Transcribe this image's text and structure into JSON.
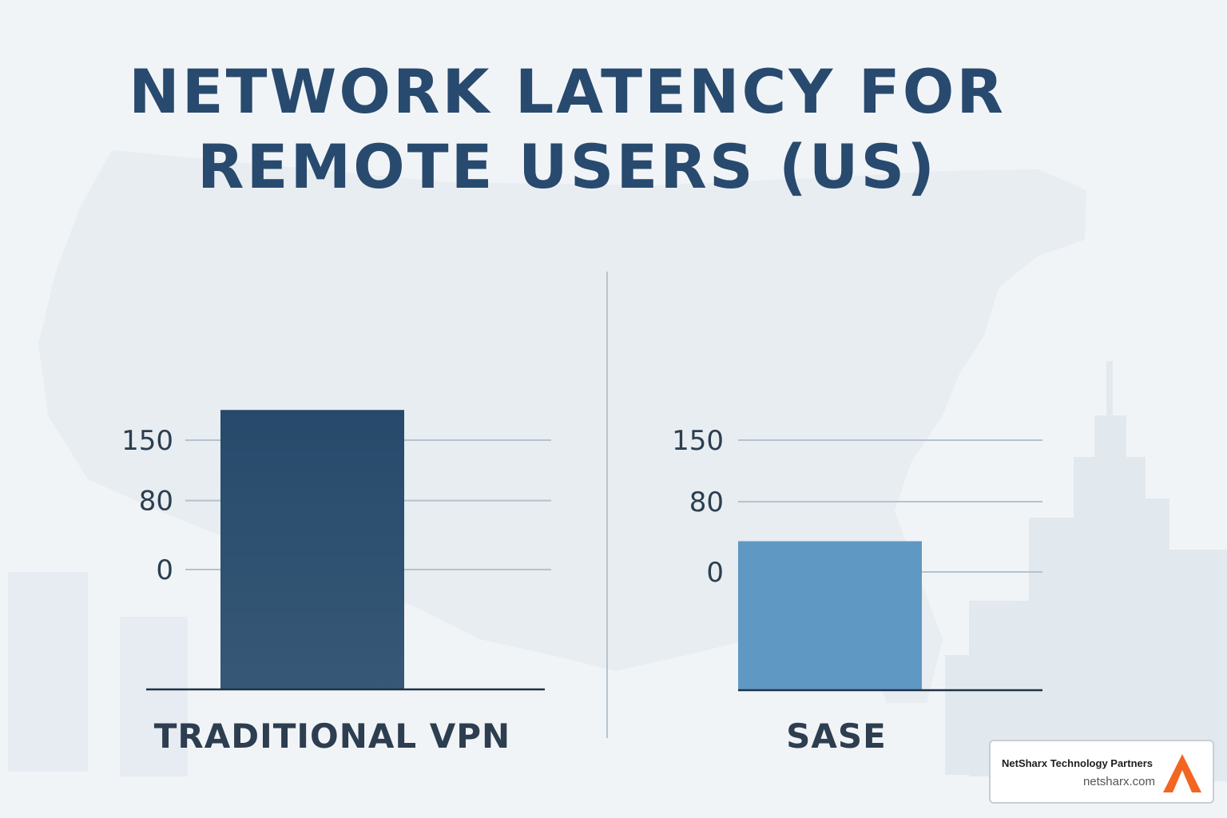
{
  "title_line1": "NETWORK LATENCY FOR",
  "title_line2": "REMOTE USERS (US)",
  "chart_data": [
    {
      "type": "bar",
      "categories": [
        "TRADITIONAL VPN"
      ],
      "values": [
        185
      ],
      "yticks": [
        0,
        80,
        150
      ],
      "color": "#2b4b6d"
    },
    {
      "type": "bar",
      "categories": [
        "SASE"
      ],
      "values": [
        35
      ],
      "yticks": [
        0,
        80,
        150
      ],
      "color": "#6098c4"
    }
  ],
  "badge": {
    "name": "NetSharx Technology Partners",
    "url": "netsharx.com",
    "logo_icon": "netsharx-logo-icon",
    "logo_color": "#f26522"
  }
}
